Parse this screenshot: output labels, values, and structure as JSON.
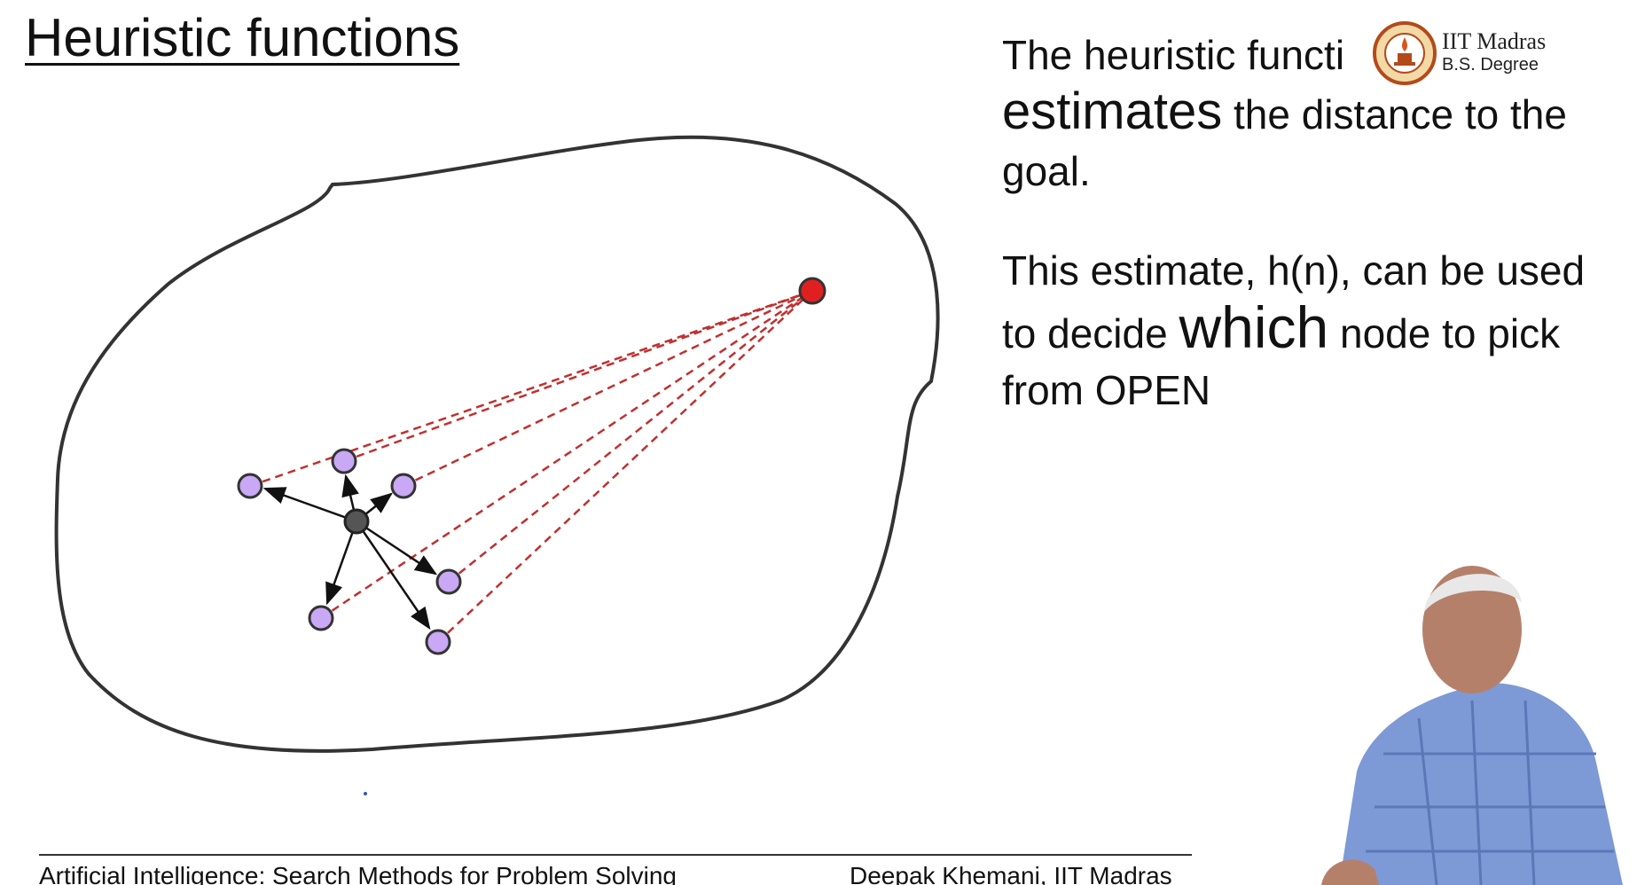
{
  "slide": {
    "title": "Heuristic functions",
    "paragraph1": {
      "part1": "The heuristic functi",
      "emph": "estimates",
      "part2": " the distance to the goal."
    },
    "paragraph2": {
      "part1": "This estimate, h(n), can be used to decide ",
      "emph": "which",
      "part2": " node to pick from OPEN"
    }
  },
  "logo": {
    "line1": "IIT Madras",
    "line2": "B.S. Degree"
  },
  "footer": {
    "left": "Artificial Intelligence: Search Methods for Problem Solving",
    "right": "Deepak Khemani, IIT Madras"
  },
  "colors": {
    "goal_node": "#e02020",
    "successor_nodes": "#c9a8f5",
    "current_node": "#555555",
    "dashed_lines": "#c03030",
    "boundary": "#333333"
  }
}
